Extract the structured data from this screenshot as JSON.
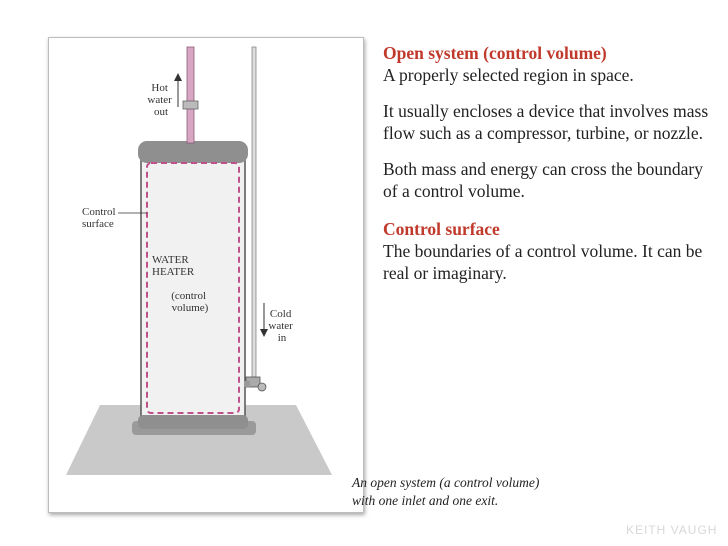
{
  "diagram": {
    "labels": {
      "hot_water_out": [
        "Hot",
        "water",
        "out"
      ],
      "control_surface": [
        "Control",
        "surface"
      ],
      "water_heater": [
        "WATER",
        "HEATER"
      ],
      "control_volume": [
        "(control",
        "volume)"
      ],
      "cold_water_in": [
        "Cold",
        "water",
        "in"
      ]
    },
    "colors": {
      "control_surface": "#c0508a",
      "hot_pipe": "#d7a6c3",
      "tank": "#f2f2f2",
      "platform": "#c9c9c9"
    }
  },
  "sections": [
    {
      "heading": "Open system (control volume)",
      "paragraphs": [
        "A properly selected region in space.",
        "It usually encloses a device that involves mass flow such as a compressor, turbine, or nozzle.",
        "Both mass and energy can cross the boundary of a control volume."
      ]
    },
    {
      "heading": "Control surface",
      "paragraphs": [
        "The boundaries of a control volume. It can be real or imaginary."
      ]
    }
  ],
  "caption": [
    "An open system (a control volume)",
    "with one inlet and one exit."
  ],
  "brand": "KEITH VAUGH",
  "colors": {
    "accent": "#c0392b"
  }
}
